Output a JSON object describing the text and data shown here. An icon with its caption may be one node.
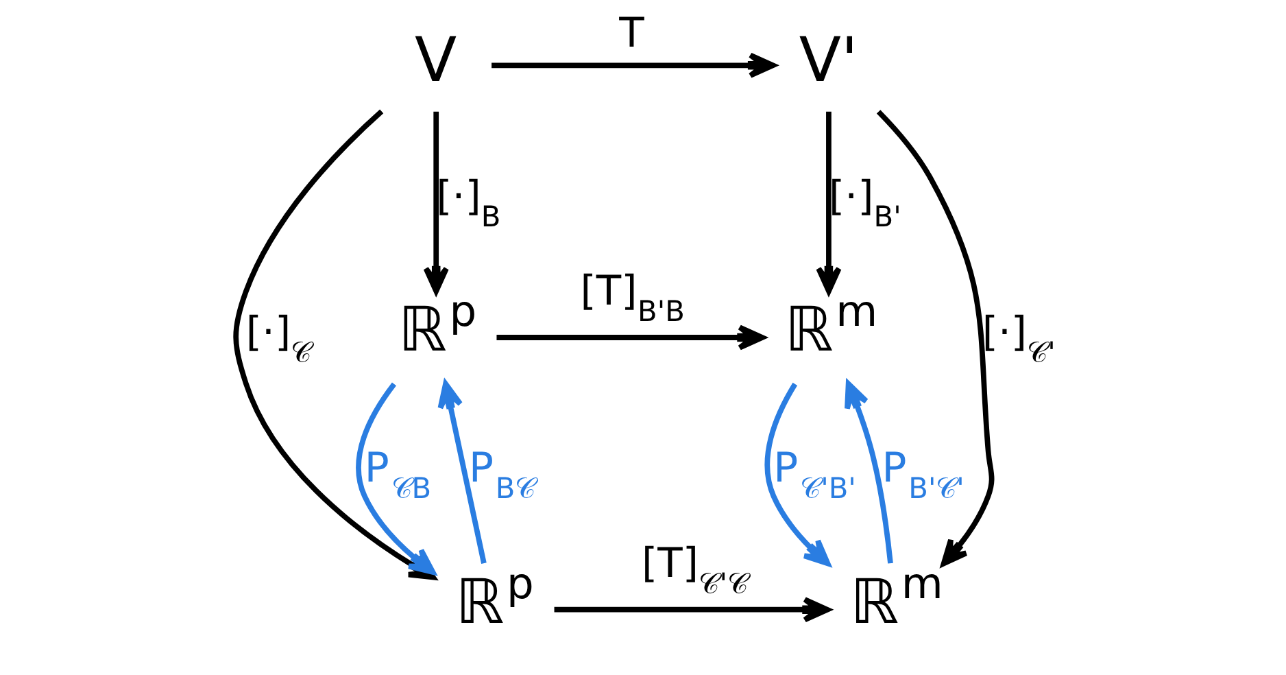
{
  "diagram": {
    "nodes": [
      {
        "text": [
          "V"
        ]
      },
      {
        "text": [
          "V'"
        ]
      },
      {
        "text": [
          "ℝ$^{p}$"
        ]
      },
      {
        "text": [
          "ℝ$^{m}$"
        ]
      },
      {
        "text": [
          "ℝ$^{p}$"
        ]
      },
      {
        "text": [
          "ℝ$^{m}$"
        ]
      }
    ],
    "edges": [
      {
        "from": 0,
        "to": 1,
        "arrow": "to",
        "label": "T"
      },
      {
        "from": 0,
        "to": 4,
        "arrow": "to",
        "label": "[·]$_{𝒞}$"
      },
      {
        "from": 0,
        "to": 2,
        "arrow": "to",
        "label": "[·]$_{B}$"
      },
      {
        "from": 1,
        "to": 3,
        "arrow": "to",
        "label": "[·]$_{B'}$"
      },
      {
        "from": 1,
        "to": 5,
        "arrow": "to",
        "label": "[·]$_{𝒞'}$"
      },
      {
        "from": 2,
        "to": 3,
        "arrow": "to",
        "label": "[T]$_{B'B}$"
      },
      {
        "from": 2,
        "to": 4,
        "arrow": "to",
        "label": "P$_{𝒞B}$",
        "color": "#2a7de1"
      },
      {
        "from": 4,
        "to": 2,
        "arrow": "to",
        "label": "P$_{B𝒞}$",
        "color": "#2a7de1"
      },
      {
        "from": 3,
        "to": 5,
        "arrow": "to",
        "label": "P$_{𝒞'B'}$",
        "color": "#2a7de1"
      },
      {
        "from": 5,
        "to": 3,
        "arrow": "to",
        "label": "P$_{B'𝒞'}$",
        "color": "#2a7de1"
      },
      {
        "from": 4,
        "to": 5,
        "arrow": "to",
        "label": "[T]$_{𝒞'𝒞}$"
      }
    ]
  }
}
